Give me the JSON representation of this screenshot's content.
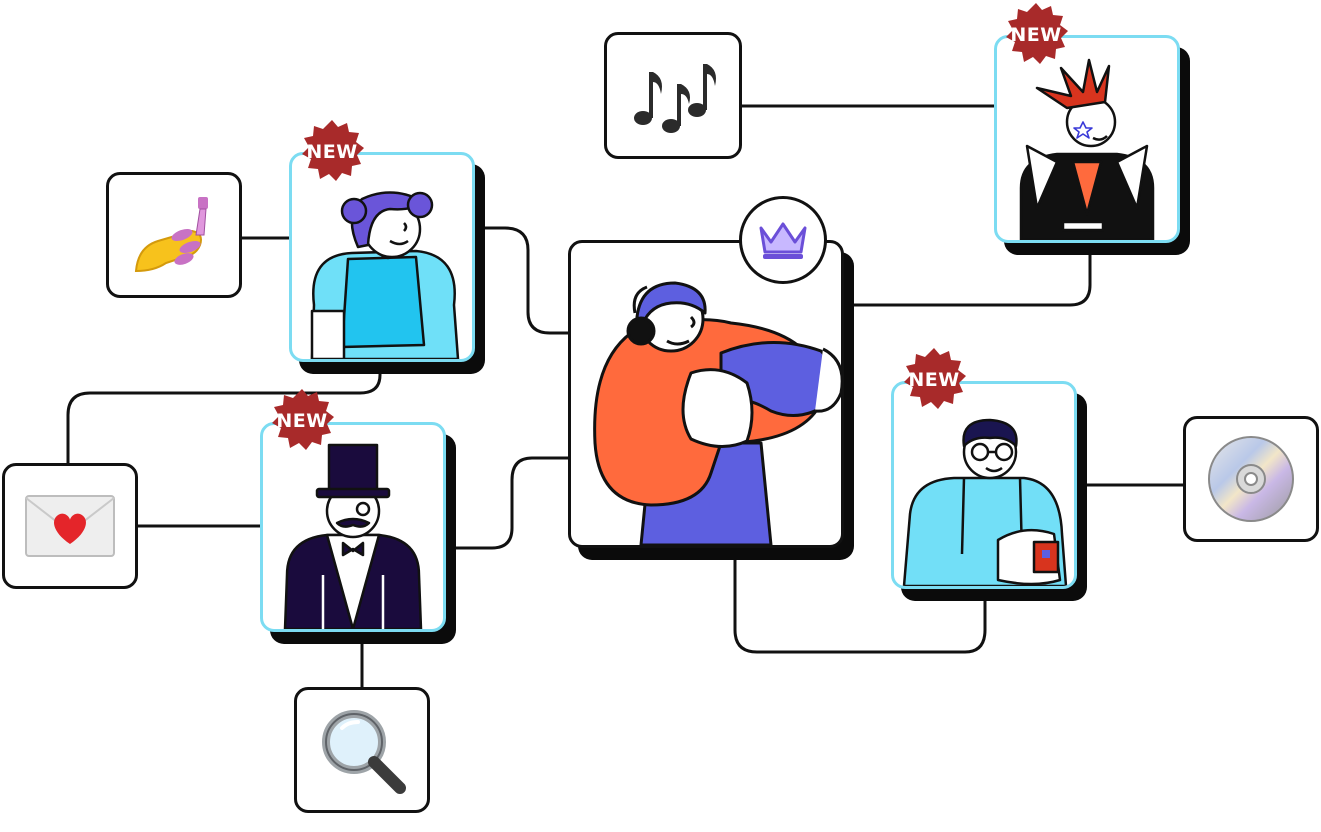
{
  "badges": {
    "girl": "NEW",
    "punk": "NEW",
    "gentleman": "NEW",
    "nerd": "NEW"
  },
  "icons": [
    "nail-polish-icon",
    "love-letter-icon",
    "musical-notes-icon",
    "magnifying-glass-icon",
    "optical-disc-icon",
    "crown-icon"
  ],
  "colors": {
    "character_border": "#7cdcf2",
    "badge": "#a82a2a",
    "shadow": "#0b0b0b",
    "gamer_shirt": "#ff6a3d",
    "gamer_purple": "#5d5fe0",
    "girl_blue": "#22c4ef"
  }
}
